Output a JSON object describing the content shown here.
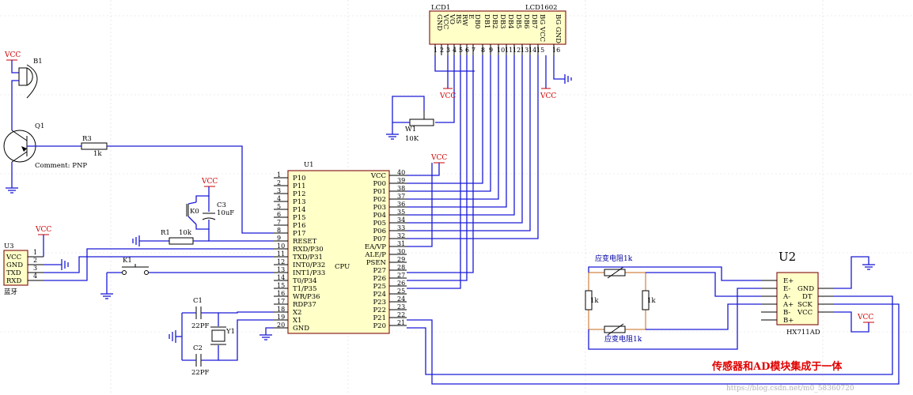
{
  "lcd": {
    "designator": "LCD1",
    "part": "LCD1602",
    "pins": [
      "GND",
      "VCC",
      "VO",
      "RS",
      "RW",
      "E",
      "DB0",
      "DB1",
      "DB2",
      "DB3",
      "DB4",
      "DB5",
      "DB6",
      "DB7",
      "BG VCC",
      "BG GND"
    ],
    "pin_numbers": [
      "1",
      "2",
      "3",
      "4",
      "5",
      "6",
      "7",
      "8",
      "9",
      "10",
      "11",
      "12",
      "13",
      "14",
      "15",
      "16"
    ]
  },
  "pot": {
    "designator": "W1",
    "value": "10K"
  },
  "buzzer": {
    "designator": "B1"
  },
  "transistor": {
    "designator": "Q1",
    "comment": "Comment: PNP"
  },
  "r3": {
    "designator": "R3",
    "value": "1k"
  },
  "r1": {
    "designator": "R1",
    "value": "10k"
  },
  "c3": {
    "designator": "C3",
    "value": "10uF"
  },
  "k0": {
    "designator": "K0"
  },
  "k1": {
    "designator": "K1"
  },
  "c1": {
    "designator": "C1",
    "value": "22PF"
  },
  "c2": {
    "designator": "C2",
    "value": "22PF"
  },
  "y1": {
    "designator": "Y1"
  },
  "bt": {
    "designator": "U3",
    "pins": [
      "VCC",
      "GND",
      "TXD",
      "RXD"
    ],
    "pin_numbers": [
      "1",
      "2",
      "3",
      "4"
    ],
    "name": "蓝牙"
  },
  "cpu": {
    "designator": "U1",
    "name": "CPU",
    "left_pins": [
      "P10",
      "P11",
      "P12",
      "P13",
      "P14",
      "P15",
      "P16",
      "P17",
      "RESET",
      "RXD/P30",
      "TXD/P31",
      "INT0/P32",
      "INT1/P33",
      "T0/P34",
      "T1/P35",
      "WR/P36",
      "RDP37",
      "X2",
      "X1",
      "GND"
    ],
    "left_numbers": [
      "1",
      "2",
      "3",
      "4",
      "5",
      "6",
      "7",
      "8",
      "9",
      "10",
      "11",
      "12",
      "13",
      "14",
      "15",
      "16",
      "17",
      "18",
      "19",
      "20"
    ],
    "right_pins": [
      "VCC",
      "P00",
      "P01",
      "P02",
      "P03",
      "P04",
      "P05",
      "P06",
      "P07",
      "EA/VP",
      "ALE/P",
      "PSEN",
      "P27",
      "P26",
      "P25",
      "P24",
      "P23",
      "P22",
      "P21",
      "P20"
    ],
    "right_numbers": [
      "40",
      "39",
      "38",
      "37",
      "36",
      "35",
      "34",
      "33",
      "32",
      "31",
      "30",
      "29",
      "28",
      "27",
      "26",
      "25",
      "24",
      "23",
      "22",
      "21"
    ]
  },
  "hx711": {
    "designator": "U2",
    "part": "HX711AD",
    "left_pins": [
      "E+",
      "E-",
      "A-",
      "A+",
      "B-",
      "B+"
    ],
    "right_pins": [
      "GND",
      "DT",
      "SCK",
      "VCC"
    ]
  },
  "bridge": {
    "gauge_top": "应变电阻1k",
    "gauge_bottom": "应变电阻1k",
    "r_left": "1k",
    "r_right": "1k"
  },
  "power_labels": {
    "vcc": "VCC"
  },
  "caption": "传感器和AD模块集成于一体",
  "watermark": "https://blog.csdn.net/m0_58360720"
}
